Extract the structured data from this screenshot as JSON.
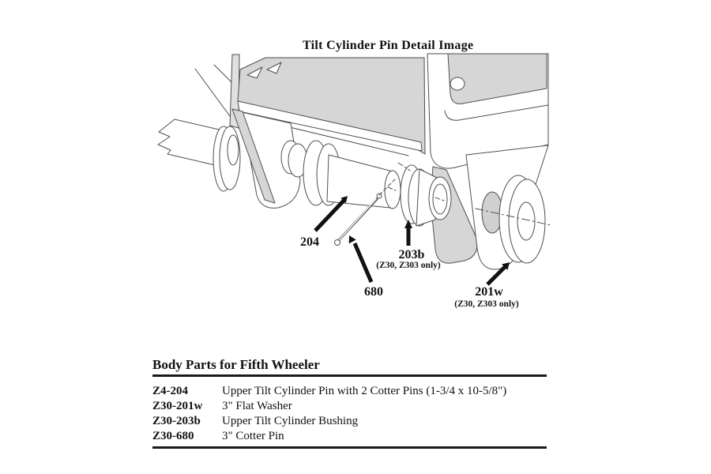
{
  "title": "Tilt Cylinder Pin Detail Image",
  "diagram": {
    "labels": {
      "pin": "204",
      "cotter": "680",
      "bushing": "203b",
      "bushing_note": "(Z30, Z303 only)",
      "washer": "201w",
      "washer_note": "(Z30, Z303 only)"
    }
  },
  "parts_table": {
    "heading": "Body Parts for Fifth Wheeler",
    "rows": [
      {
        "part": "Z4-204",
        "desc": "Upper Tilt Cylinder Pin with 2 Cotter Pins (1-3/4 x 10-5/8\")"
      },
      {
        "part": "Z30-201w",
        "desc": "3\" Flat Washer"
      },
      {
        "part": "Z30-203b",
        "desc": "Upper Tilt Cylinder Bushing"
      },
      {
        "part": "Z30-680",
        "desc": "3\" Cotter Pin"
      }
    ]
  },
  "colors": {
    "line": "#4f4f4f",
    "shade_gray": "#d6d6d6",
    "text": "#111111",
    "background": "#ffffff"
  }
}
